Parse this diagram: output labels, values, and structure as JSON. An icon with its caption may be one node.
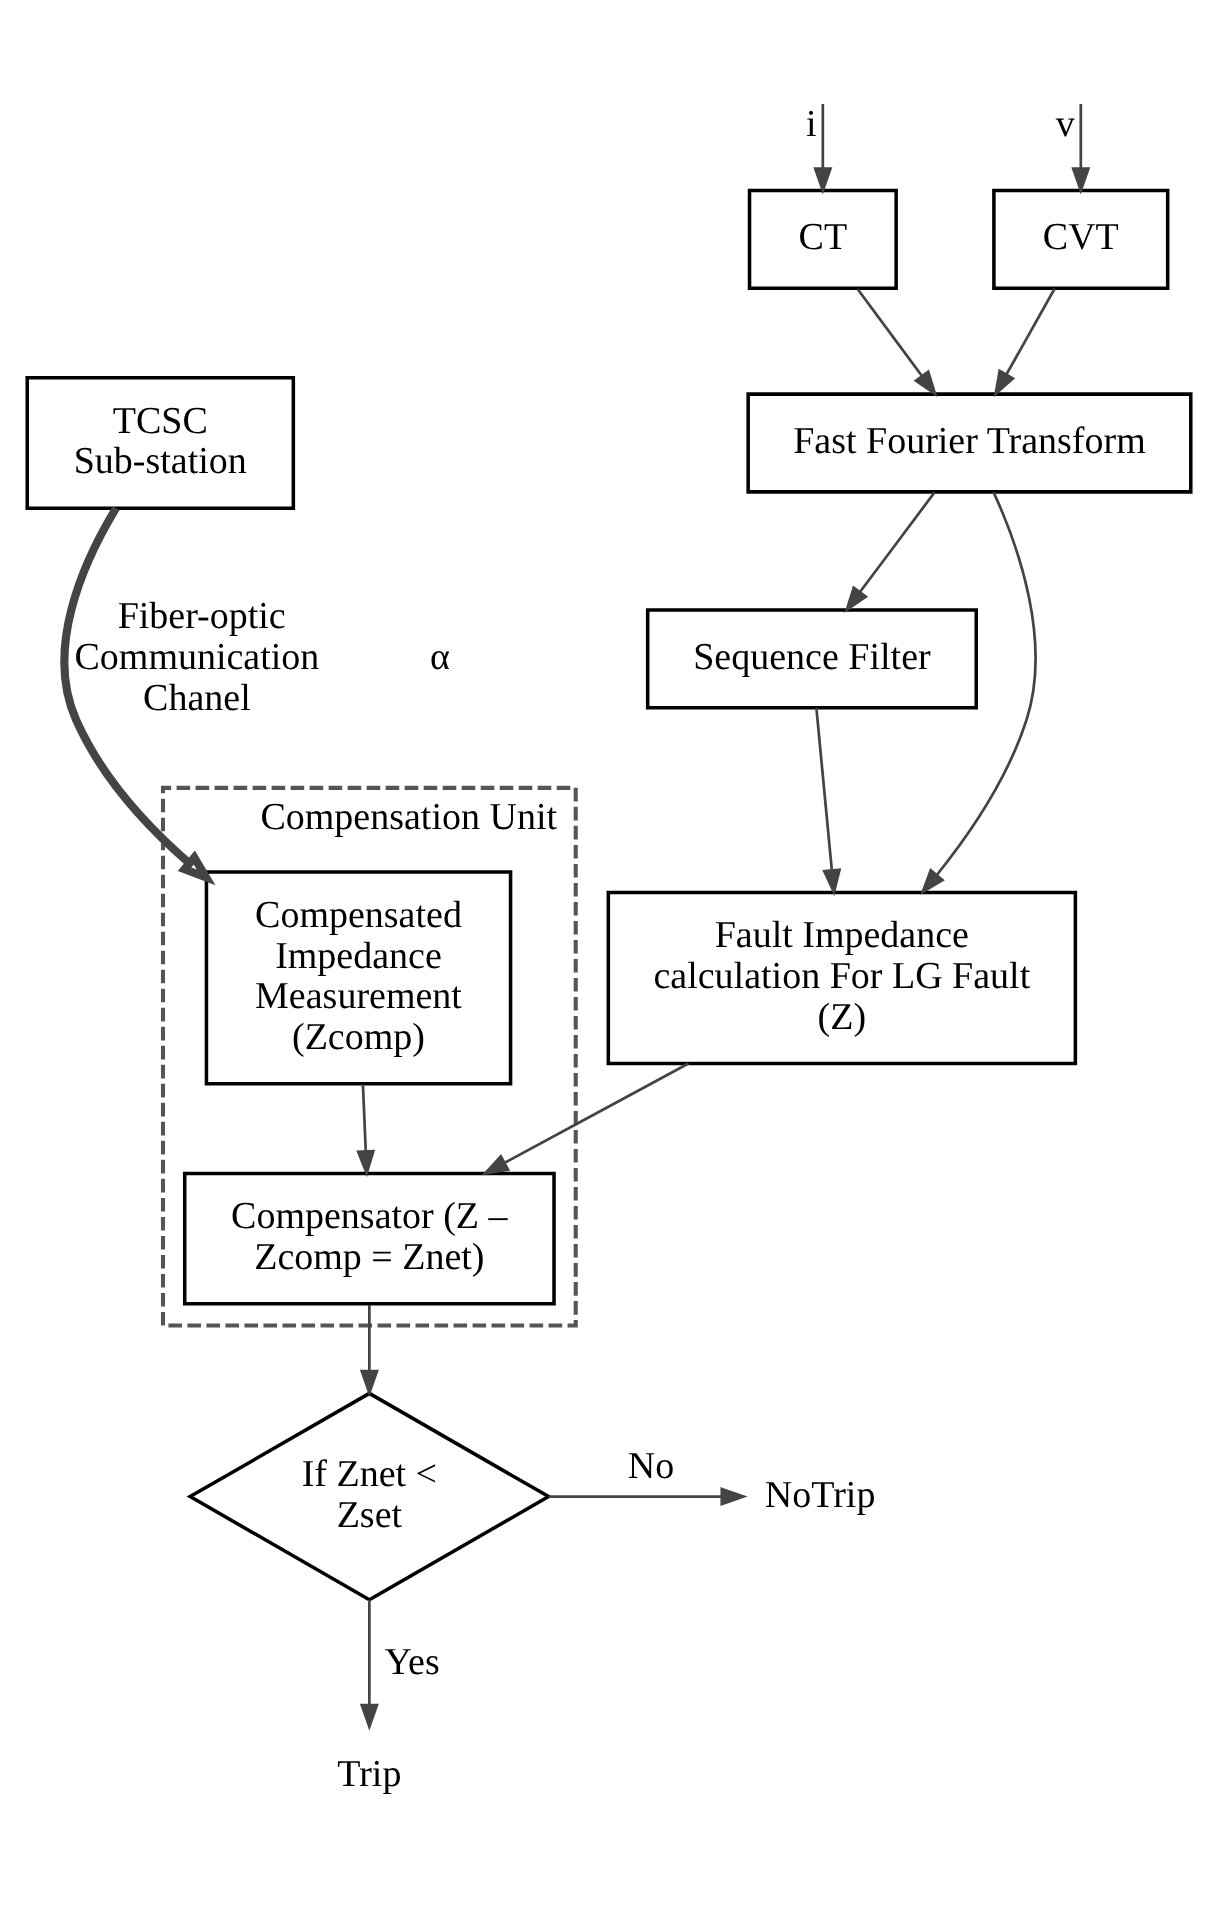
{
  "diagram": {
    "nodes": [
      {
        "text": [
          "CVT"
        ]
      },
      {
        "text": [
          "CT"
        ]
      },
      {
        "text": [
          "Fast Fourier Transform"
        ]
      },
      {
        "text": [
          "Sequence Filter"
        ]
      },
      {
        "text": [
          "Fault Impedance calculation For LG Fault (Z)"
        ]
      },
      {
        "text": [
          "TCSC Sub-station"
        ]
      },
      {
        "text": [
          "Compensation Unit"
        ]
      },
      {
        "text": [
          "Compensated Impedance Measurement (Zcomp)"
        ],
        "in": 6
      },
      {
        "text": [
          "Compensator (Z – Zcomp = Znet)"
        ],
        "in": 6
      },
      {
        "text": [
          "If Znet < Zset"
        ]
      },
      {
        "text": [
          "NoTrip"
        ]
      },
      {
        "text": [
          "Trip"
        ]
      }
    ],
    "edges": [
      {
        "from": null,
        "to": 0,
        "arrow": "to",
        "label": "v"
      },
      {
        "from": null,
        "to": 1,
        "arrow": "to",
        "label": "i"
      },
      {
        "from": 0,
        "to": 2,
        "arrow": "to"
      },
      {
        "from": 1,
        "to": 2,
        "arrow": "to"
      },
      {
        "from": 2,
        "to": 4,
        "arrow": "to"
      },
      {
        "from": 2,
        "to": 3,
        "arrow": "to"
      },
      {
        "from": 3,
        "to": 4,
        "arrow": "to"
      },
      {
        "from": 4,
        "to": 8,
        "arrow": "to"
      },
      {
        "from": 5,
        "to": 7,
        "arrow": "to",
        "label": "Fiber-optic Communication Chanel",
        "style": "thick"
      },
      {
        "from": 7,
        "to": 8,
        "arrow": "to"
      },
      {
        "from": 8,
        "to": 9,
        "arrow": "to"
      },
      {
        "from": 9,
        "to": 10,
        "arrow": "to",
        "label": "No"
      },
      {
        "from": 9,
        "to": 11,
        "arrow": "to",
        "label": "Yes"
      }
    ],
    "labels": [
      "α"
    ]
  }
}
